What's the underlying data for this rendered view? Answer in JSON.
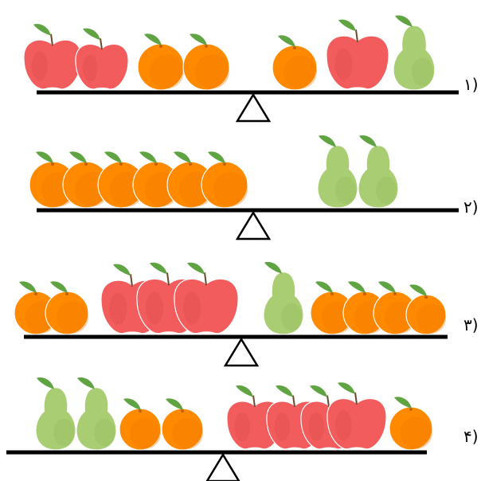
{
  "rows": [
    {
      "label": "(۱",
      "left": [
        "apple",
        "apple",
        "orange",
        "orange"
      ],
      "right": [
        "orange",
        "apple",
        "pear"
      ]
    },
    {
      "label": "(۲",
      "left": [
        "orange",
        "orange",
        "orange",
        "orange",
        "orange",
        "orange"
      ],
      "right": [
        "pear",
        "pear"
      ]
    },
    {
      "label": "(۳",
      "left": [
        "orange",
        "orange",
        "apple",
        "apple",
        "apple"
      ],
      "right": [
        "pear",
        "orange",
        "orange",
        "orange",
        "orange"
      ]
    },
    {
      "label": "(۴",
      "left": [
        "pear",
        "pear",
        "orange",
        "orange"
      ],
      "right": [
        "apple",
        "apple",
        "apple",
        "apple",
        "orange"
      ]
    }
  ],
  "colors": {
    "apple": "#f25c5c",
    "apple_shade": "#de4848",
    "orange": "#ff8a00",
    "orange_shade": "#f07800",
    "pear": "#a9cd72",
    "pear_shade": "#96bd5f",
    "leaf": "#5fa343",
    "beam": "#000000"
  },
  "icons": {
    "apple": "apple-icon",
    "orange": "orange-icon",
    "pear": "pear-icon",
    "fulcrum": "fulcrum-triangle-icon"
  }
}
